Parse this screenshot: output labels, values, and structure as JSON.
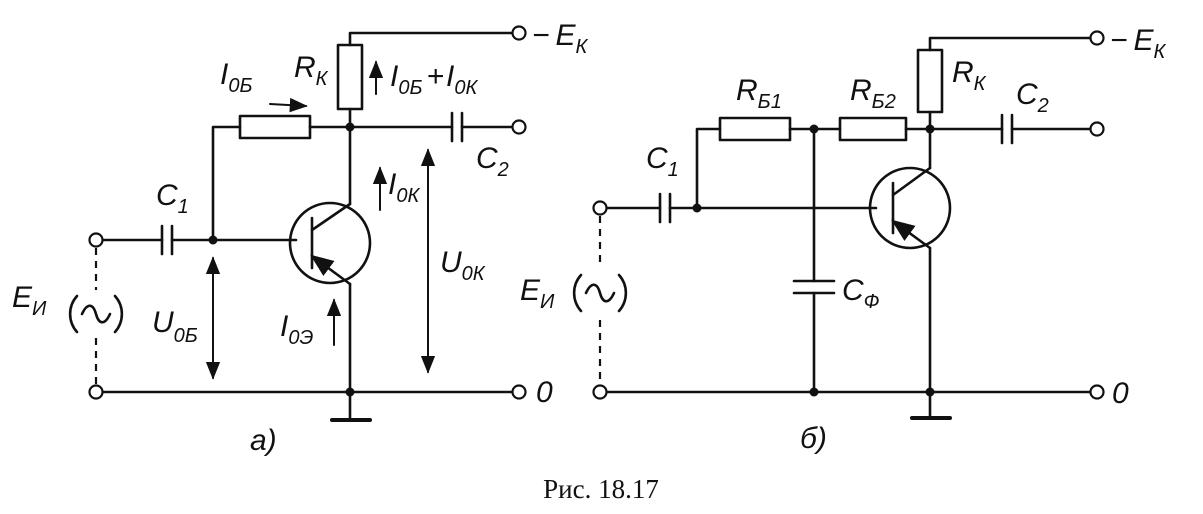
{
  "figure": {
    "caption": "Рис. 18.17",
    "panel_a": {
      "label": "а)",
      "source": {
        "main": "E",
        "sub": "И"
      },
      "capacitor_in": {
        "main": "C",
        "sub": "1"
      },
      "capacitor_out": {
        "main": "C",
        "sub": "2"
      },
      "collector_resistor": {
        "main": "R",
        "sub": "К"
      },
      "supply": {
        "prefix": "−",
        "main": "E",
        "sub": "К"
      },
      "ground": "0",
      "base_current": {
        "main": "I",
        "sub": "0Б"
      },
      "sum_current": {
        "main1": "I",
        "sub1": "0Б",
        "plus": "+",
        "main2": "I",
        "sub2": "0К"
      },
      "collector_current": {
        "main": "I",
        "sub": "0К"
      },
      "emitter_current": {
        "main": "I",
        "sub": "0Э"
      },
      "base_voltage": {
        "main": "U",
        "sub": "0Б"
      },
      "collector_voltage": {
        "main": "U",
        "sub": "0К"
      }
    },
    "panel_b": {
      "label": "б)",
      "source": {
        "main": "E",
        "sub": "И"
      },
      "capacitor_in": {
        "main": "C",
        "sub": "1"
      },
      "capacitor_out": {
        "main": "C",
        "sub": "2"
      },
      "resistor_b1": {
        "main": "R",
        "sub": "Б1"
      },
      "resistor_b2": {
        "main": "R",
        "sub": "Б2"
      },
      "collector_resistor": {
        "main": "R",
        "sub": "К"
      },
      "filter_capacitor": {
        "main": "C",
        "sub": "Ф"
      },
      "supply": {
        "prefix": "−",
        "main": "E",
        "sub": "К"
      },
      "ground": "0"
    }
  }
}
